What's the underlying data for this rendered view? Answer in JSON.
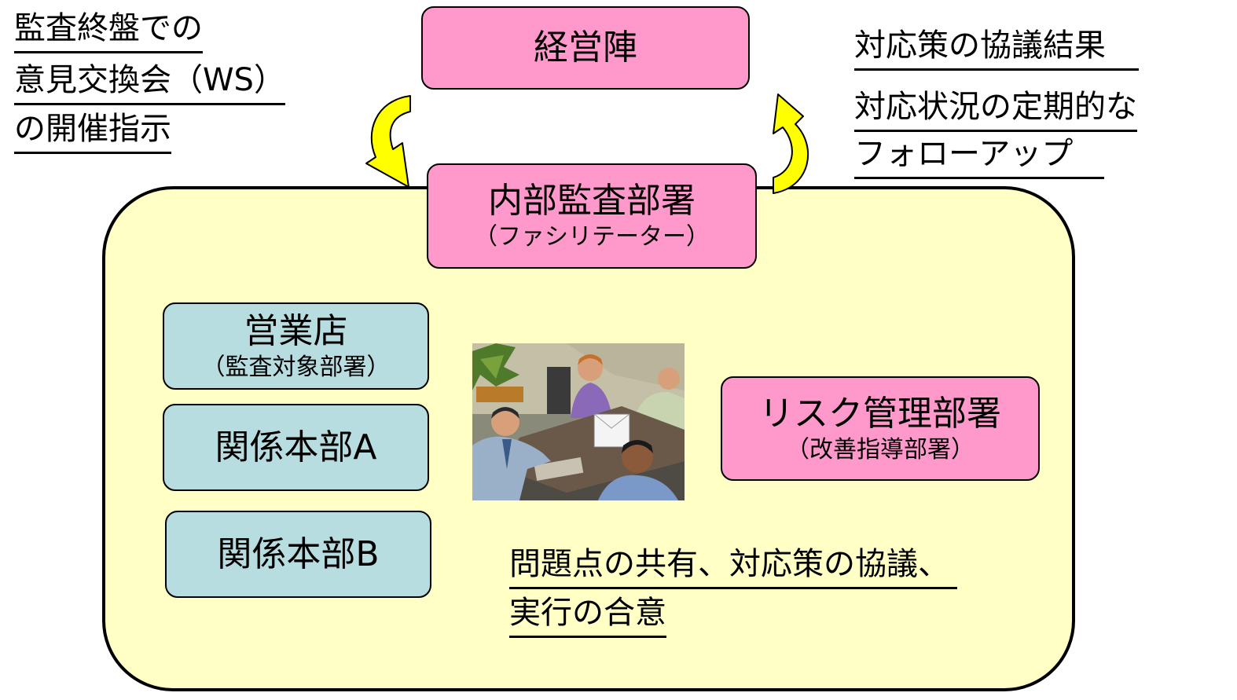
{
  "notes": {
    "top_left": [
      "監査終盤での",
      "意見交換会（WS）",
      "の開催指示"
    ],
    "top_right": [
      "対応策の協議結果",
      "対応状況の定期的な",
      "フォローアップ"
    ],
    "bottom": [
      "問題点の共有、対応策の協議、",
      "実行の合意"
    ]
  },
  "boxes": {
    "management": {
      "label": "経営陣"
    },
    "internal_audit": {
      "label": "内部監査部署",
      "sub": "（ファシリテーター）"
    },
    "branch": {
      "label": "営業店",
      "sub": "（監査対象部署）"
    },
    "hq_a": {
      "label": "関係本部A"
    },
    "hq_b": {
      "label": "関係本部B"
    },
    "risk": {
      "label": "リスク管理部署",
      "sub": "（改善指導部署）"
    }
  },
  "colors": {
    "pink_box": "#ff99cc",
    "cyan_box": "#b7dde1",
    "area_fill": "#ffffc6",
    "arrow_fill": "#ffff00"
  }
}
